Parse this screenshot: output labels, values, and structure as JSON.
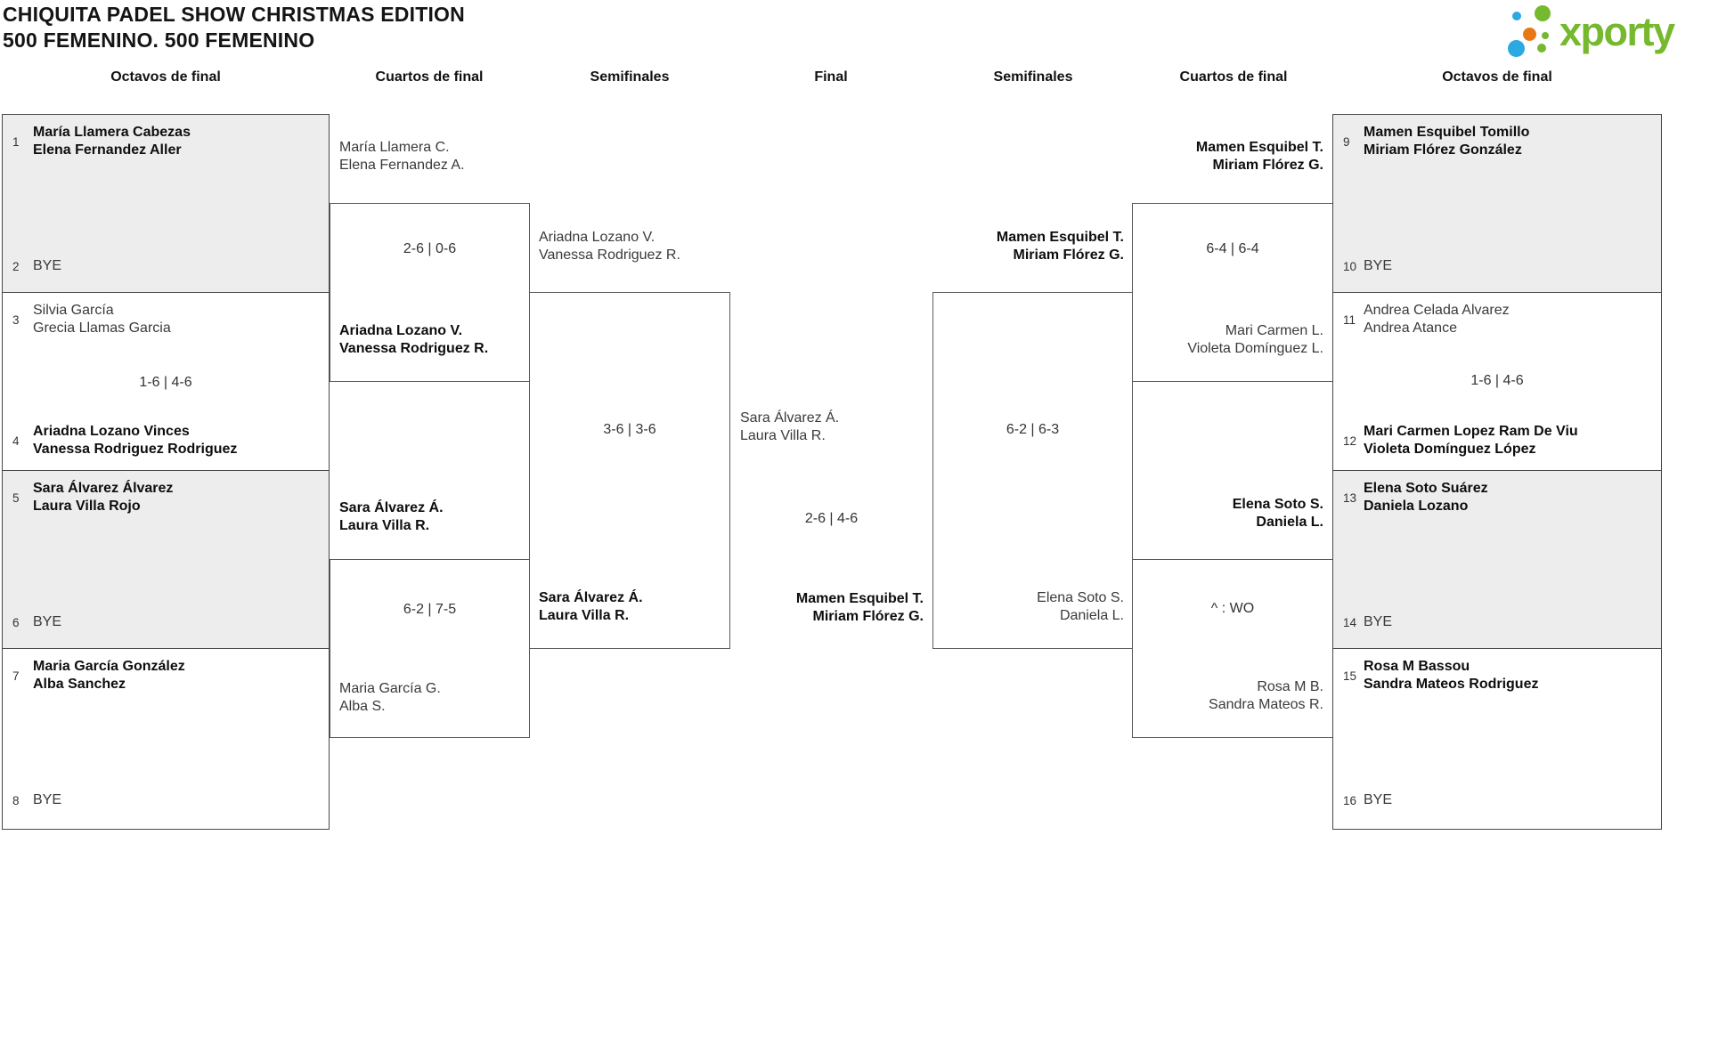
{
  "header": {
    "title_line1": "CHIQUITA PADEL SHOW CHRISTMAS EDITION",
    "title_line2": "500 FEMENINO. 500 FEMENINO",
    "logo_text": "xporty"
  },
  "colors": {
    "logo_green": "#76b82e",
    "logo_blue": "#2ba9e0",
    "logo_orange": "#e87815",
    "box_gray": "#ededed",
    "box_border": "#474747"
  },
  "round_headers": {
    "r16_left": "Octavos de final",
    "qf_left": "Cuartos de final",
    "sf_left": "Semifinales",
    "final": "Final",
    "sf_right": "Semifinales",
    "qf_right": "Cuartos de final",
    "r16_right": "Octavos de final"
  },
  "r16_left": [
    {
      "seed_top": "1",
      "top1": "María Llamera Cabezas",
      "top2": "Elena Fernandez Aller",
      "seed_bot": "2",
      "bot1": "BYE"
    },
    {
      "seed_top": "3",
      "top1": "Silvia García",
      "top2": "Grecia Llamas Garcia",
      "score": "1-6 | 4-6",
      "seed_bot": "4",
      "bot1": "Ariadna Lozano Vinces",
      "bot2": "Vanessa Rodriguez Rodriguez"
    },
    {
      "seed_top": "5",
      "top1": "Sara Álvarez Álvarez",
      "top2": "Laura Villa Rojo",
      "seed_bot": "6",
      "bot1": "BYE"
    },
    {
      "seed_top": "7",
      "top1": "Maria García González",
      "top2": "Alba Sanchez",
      "seed_bot": "8",
      "bot1": "BYE"
    }
  ],
  "qf_left": [
    {
      "top1": "María Llamera C.",
      "top2": "Elena Fernandez A.",
      "score": "2-6 | 0-6",
      "bot1": "Ariadna Lozano V.",
      "bot2": "Vanessa Rodriguez R."
    },
    {
      "top1": "Sara Álvarez Á.",
      "top2": "Laura Villa R.",
      "score": "6-2 | 7-5",
      "bot1": "Maria García G.",
      "bot2": "Alba S."
    }
  ],
  "sf_left": {
    "top1": "Ariadna Lozano V.",
    "top2": "Vanessa Rodriguez R.",
    "score": "3-6 | 3-6",
    "bot1": "Sara Álvarez Á.",
    "bot2": "Laura Villa R."
  },
  "final": {
    "top1": "Sara Álvarez Á.",
    "top2": "Laura Villa R.",
    "score": "2-6 | 4-6",
    "bot1": "Mamen Esquibel T.",
    "bot2": "Miriam Flórez G."
  },
  "sf_right": {
    "top1": "Mamen Esquibel T.",
    "top2": "Miriam Flórez G.",
    "score": "6-2 | 6-3",
    "bot1": "Elena Soto S.",
    "bot2": "Daniela L."
  },
  "qf_right": [
    {
      "top1": "Mamen Esquibel T.",
      "top2": "Miriam Flórez G.",
      "score": "6-4 | 6-4",
      "bot1": "Mari Carmen L.",
      "bot2": "Violeta Domínguez L."
    },
    {
      "top1": "Elena Soto S.",
      "top2": "Daniela L.",
      "score": "^ : WO",
      "bot1": "Rosa M B.",
      "bot2": "Sandra Mateos R."
    }
  ],
  "r16_right": [
    {
      "seed_top": "9",
      "top1": "Mamen Esquibel Tomillo",
      "top2": "Miriam Flórez González",
      "seed_bot": "10",
      "bot1": "BYE"
    },
    {
      "seed_top": "11",
      "top1": "Andrea Celada Alvarez",
      "top2": "Andrea Atance",
      "score": "1-6 | 4-6",
      "seed_bot": "12",
      "bot1": "Mari Carmen Lopez Ram De Viu",
      "bot2": "Violeta Domínguez López"
    },
    {
      "seed_top": "13",
      "top1": "Elena Soto Suárez",
      "top2": "Daniela Lozano",
      "seed_bot": "14",
      "bot1": "BYE"
    },
    {
      "seed_top": "15",
      "top1": "Rosa M Bassou",
      "top2": "Sandra Mateos Rodriguez",
      "seed_bot": "16",
      "bot1": "BYE"
    }
  ]
}
